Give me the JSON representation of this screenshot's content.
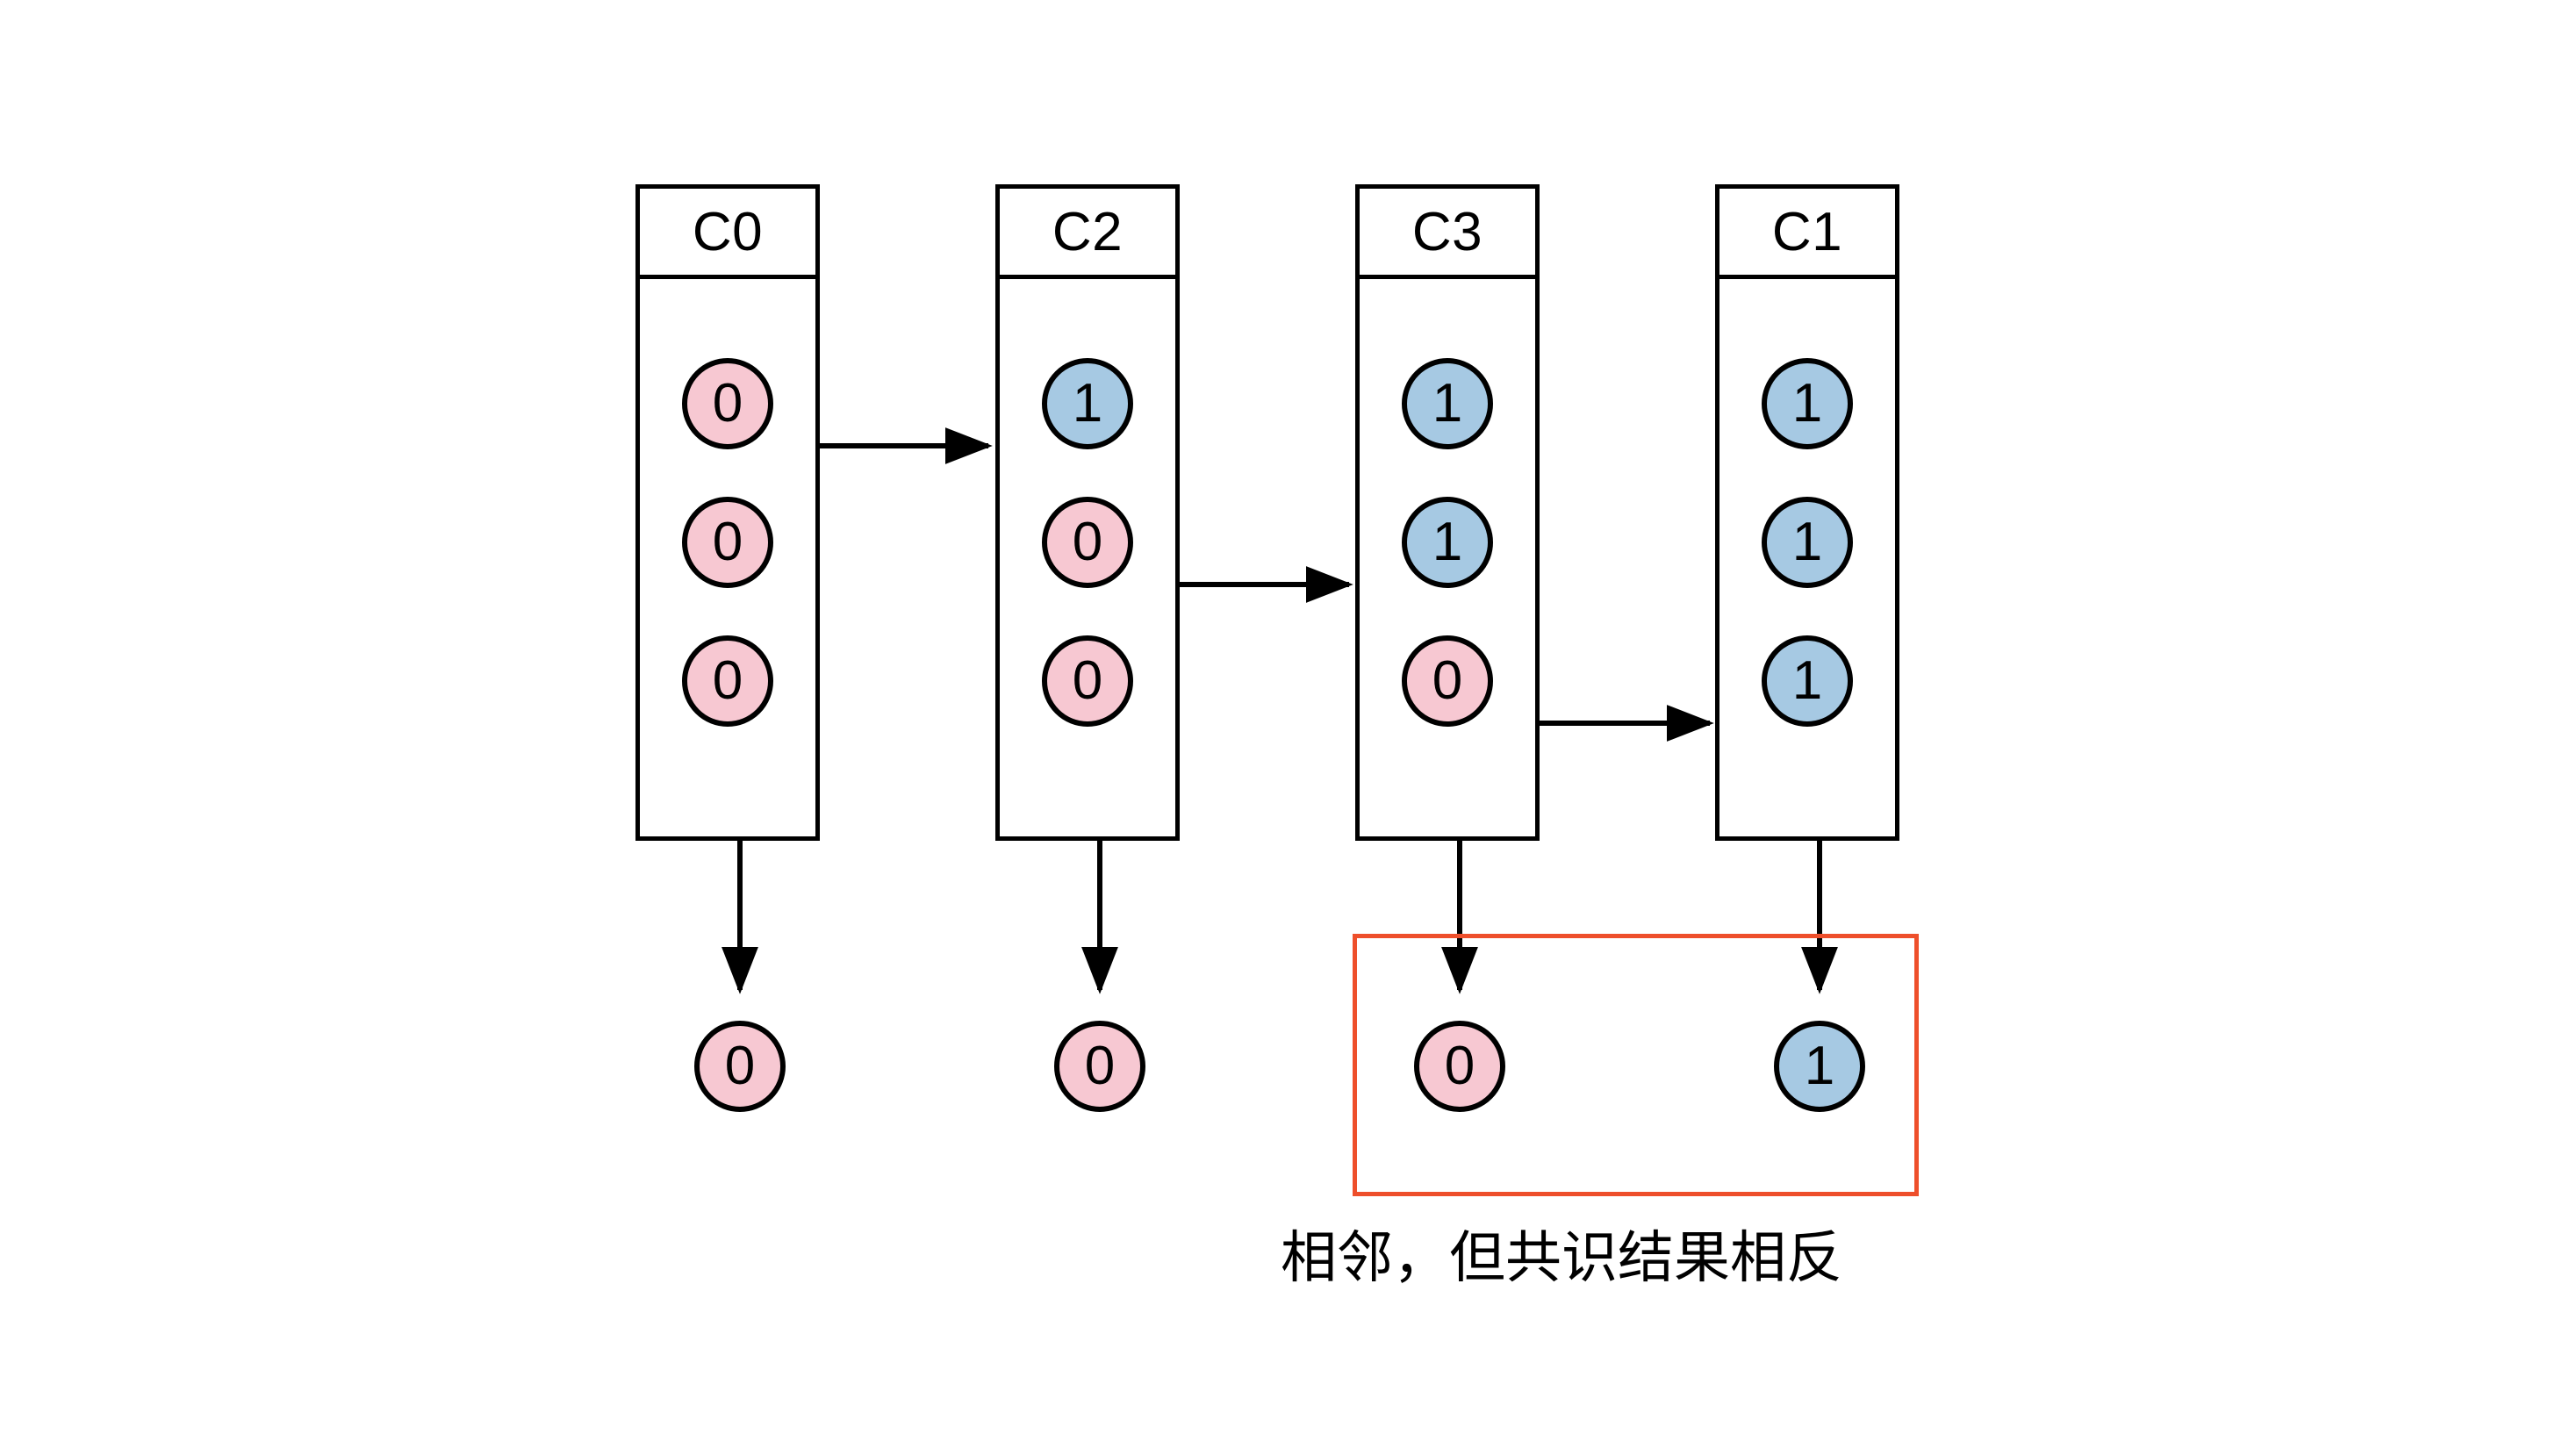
{
  "diagram": {
    "title_text": "",
    "colors": {
      "value_zero_fill": "#f7c8d2",
      "value_one_fill": "#a6c9e3",
      "stroke": "#000000",
      "highlight_border": "#ee4f2b",
      "background": "#ffffff"
    },
    "columns": [
      {
        "id": "c0",
        "header": "C0",
        "nodes": [
          {
            "value": "0",
            "state": "val0"
          },
          {
            "value": "0",
            "state": "val0"
          },
          {
            "value": "0",
            "state": "val0"
          }
        ],
        "result": {
          "value": "0",
          "state": "val0"
        }
      },
      {
        "id": "c2",
        "header": "C2",
        "nodes": [
          {
            "value": "1",
            "state": "val1"
          },
          {
            "value": "0",
            "state": "val0"
          },
          {
            "value": "0",
            "state": "val0"
          }
        ],
        "result": {
          "value": "0",
          "state": "val0"
        }
      },
      {
        "id": "c3",
        "header": "C3",
        "nodes": [
          {
            "value": "1",
            "state": "val1"
          },
          {
            "value": "1",
            "state": "val1"
          },
          {
            "value": "0",
            "state": "val0"
          }
        ],
        "result": {
          "value": "0",
          "state": "val0"
        }
      },
      {
        "id": "c1",
        "header": "C1",
        "nodes": [
          {
            "value": "1",
            "state": "val1"
          },
          {
            "value": "1",
            "state": "val1"
          },
          {
            "value": "1",
            "state": "val1"
          }
        ],
        "result": {
          "value": "1",
          "state": "val1"
        }
      }
    ],
    "flow_arrows": [
      {
        "from": "c0",
        "to": "c2",
        "row": 1
      },
      {
        "from": "c2",
        "to": "c3",
        "row": 2
      },
      {
        "from": "c3",
        "to": "c1",
        "row": 3
      }
    ],
    "output_arrows": [
      {
        "from": "c0",
        "to": "c0-result"
      },
      {
        "from": "c2",
        "to": "c2-result"
      },
      {
        "from": "c3",
        "to": "c3-result"
      },
      {
        "from": "c1",
        "to": "c1-result"
      }
    ],
    "highlight": {
      "covers": [
        "c3-result",
        "c1-result"
      ],
      "caption": "相邻，但共识结果相反"
    }
  }
}
